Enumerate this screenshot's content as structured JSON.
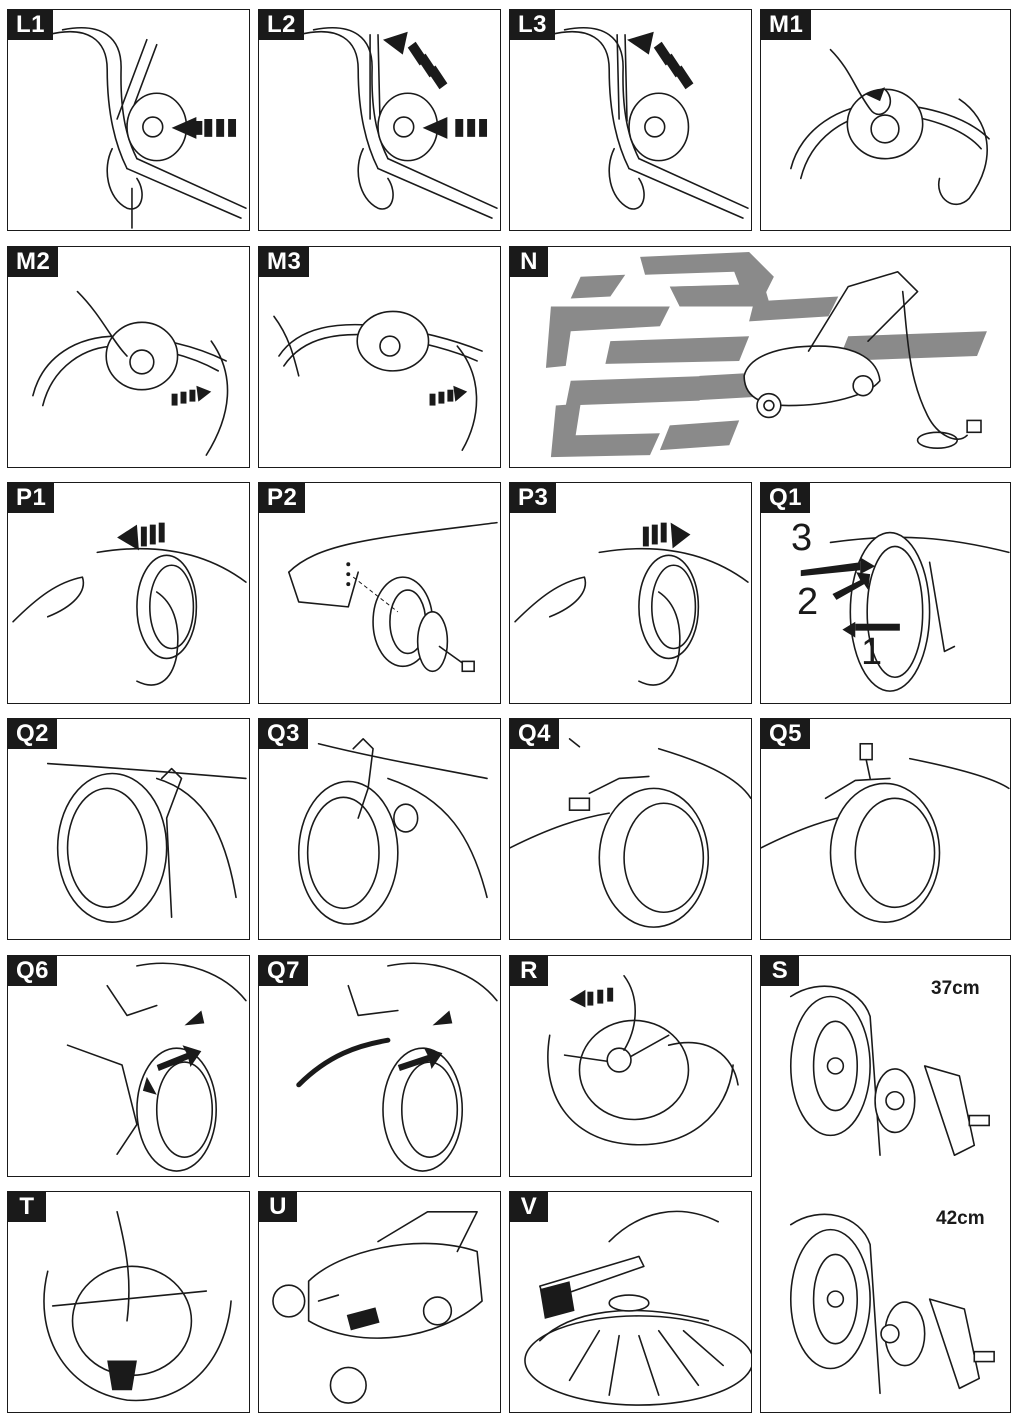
{
  "panels": {
    "L1": "L1",
    "L2": "L2",
    "L3": "L3",
    "M1": "M1",
    "M2": "M2",
    "M3": "M3",
    "N": "N",
    "P1": "P1",
    "P2": "P2",
    "P3": "P3",
    "Q1": "Q1",
    "Q2": "Q2",
    "Q3": "Q3",
    "Q4": "Q4",
    "Q5": "Q5",
    "Q6": "Q6",
    "Q7": "Q7",
    "R": "R",
    "S": "S",
    "T": "T",
    "U": "U",
    "V": "V"
  },
  "q1_steps": {
    "one": "1",
    "two": "2",
    "three": "3"
  },
  "s_sizes": {
    "small": "37cm",
    "large": "42cm"
  },
  "colors": {
    "ink": "#1a1a1a",
    "arrow_grey": "#8a8a8a",
    "paper": "#ffffff"
  }
}
